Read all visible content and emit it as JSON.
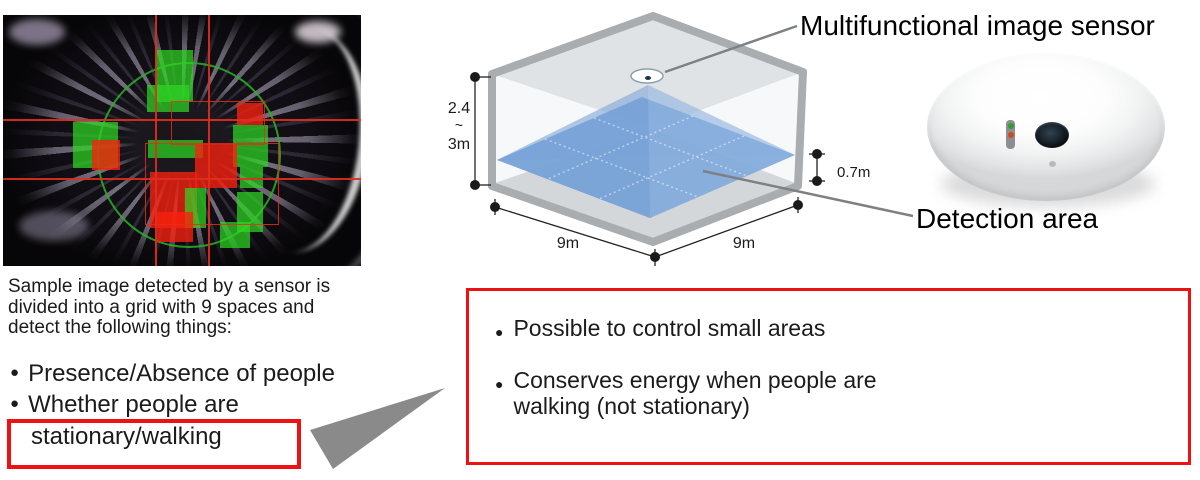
{
  "colors": {
    "highlight_red": "#ee1111",
    "grid_red": "#e02e1e",
    "overlay_green": "#2ed622",
    "overlay_red": "#fa200e",
    "room_gray": "#a9adb0",
    "plane_blue": "#6f9fd6",
    "arrow_gray": "#8a8a8a"
  },
  "left_panel": {
    "caption_line1": "Sample image detected by a sensor is",
    "caption_line2": "divided into a grid with 9 spaces and",
    "caption_line3": "detect the following things:",
    "bullet_glyph": "●",
    "bullet1": "Presence/Absence of people",
    "bullet2_line1": "Whether people are",
    "bullet2_line2": "stationary/walking"
  },
  "room": {
    "dim_height_line1": "2.4",
    "dim_height_line2": "~",
    "dim_height_line3": "3m",
    "dim_depth": "9m",
    "dim_width": "9m",
    "dim_plane_height": "0.7m",
    "sensor_label": "Multifunctional image sensor",
    "detection_label": "Detection area"
  },
  "benefits": {
    "bullet_glyph": "●",
    "item1": "Possible to control small areas",
    "item2_line1": "Conserves energy when people are",
    "item2_line2": "walking (not stationary)"
  }
}
